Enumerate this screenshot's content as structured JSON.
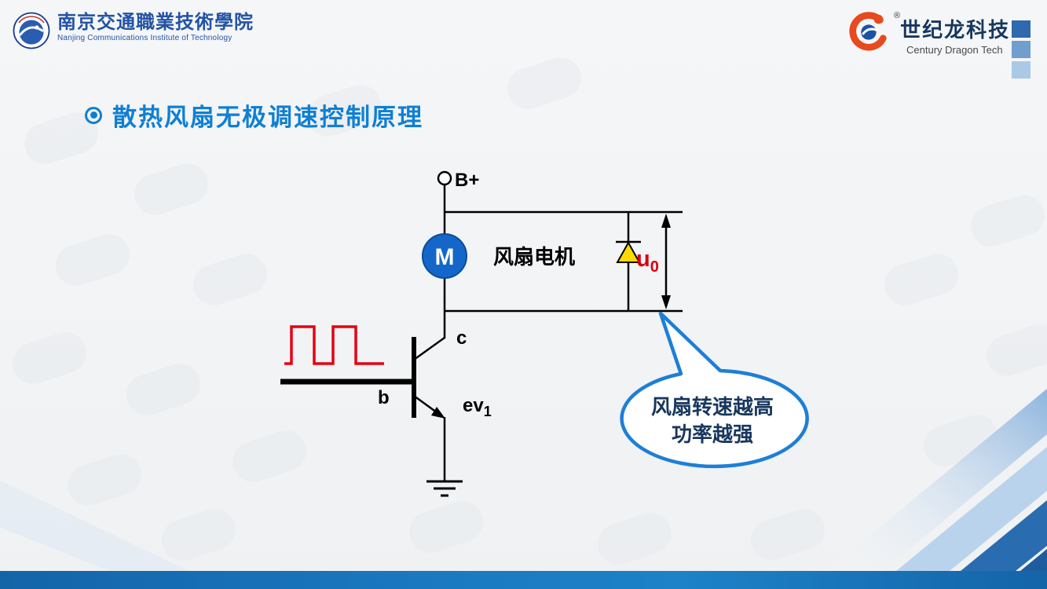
{
  "header": {
    "institute": {
      "name": "南京交通職業技術學院",
      "subtitle": "Nanjing Communications Institute of Technology"
    },
    "company": {
      "registered": "®",
      "name": "世纪龙科技",
      "subtitle": "Century Dragon Tech"
    }
  },
  "slide": {
    "title": "散热风扇无极调速控制原理"
  },
  "diagram": {
    "power_label": "B+",
    "motor_letter": "M",
    "motor_label": "风扇电机",
    "voltage_label": "u",
    "voltage_subscript": "0",
    "collector_label": "c",
    "base_label": "b",
    "emitter_label": "ev",
    "emitter_subscript": "1",
    "callout": {
      "line1": "风扇转速越高",
      "line2": "功率越强"
    }
  },
  "icons": {
    "bullet": "circled-dot-bullet",
    "institute_logo": "circular-globe-emblem",
    "company_logo": "orange-swirl-mark",
    "motor": "circle-M-motor",
    "diode": "flyback-diode",
    "transistor": "npn-transistor",
    "ground": "earth-ground",
    "pwm": "square-wave",
    "voltage_arrow": "double-headed-arrow"
  },
  "colors": {
    "title_blue": "#0f7fd4",
    "pwm_red": "#e60012",
    "motor_blue": "#1467c8",
    "diode_yellow": "#ffd900",
    "voltage_red": "#d7000f",
    "callout_border": "#1d7fd6",
    "callout_text": "#17375e",
    "brand_navy": "#17375e",
    "institute_blue": "#2353a4",
    "footer_blue": "#1a78c0"
  }
}
